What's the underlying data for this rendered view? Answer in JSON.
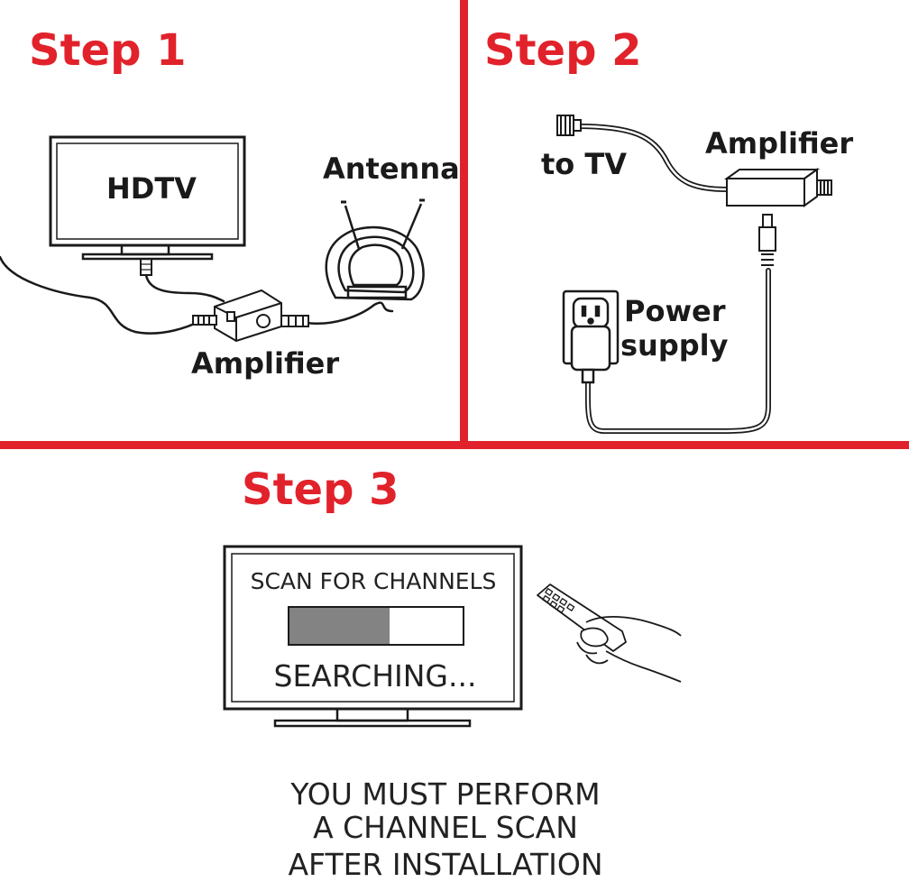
{
  "accent_color": "#e1222b",
  "step1": {
    "heading": "Step 1",
    "tv_label": "HDTV",
    "antenna_label": "Antenna",
    "amplifier_label": "Amplifier"
  },
  "step2": {
    "heading": "Step 2",
    "to_tv_label": "to TV",
    "amplifier_label": "Amplifier",
    "power_label_line1": "Power",
    "power_label_line2": "supply"
  },
  "step3": {
    "heading": "Step 3",
    "screen_title": "SCAN FOR CHANNELS",
    "screen_status": "SEARCHING...",
    "scan_progress": 0.58,
    "notice_line1": "YOU MUST PERFORM",
    "notice_line2": "A CHANNEL SCAN",
    "notice_line3": "AFTER INSTALLATION"
  }
}
